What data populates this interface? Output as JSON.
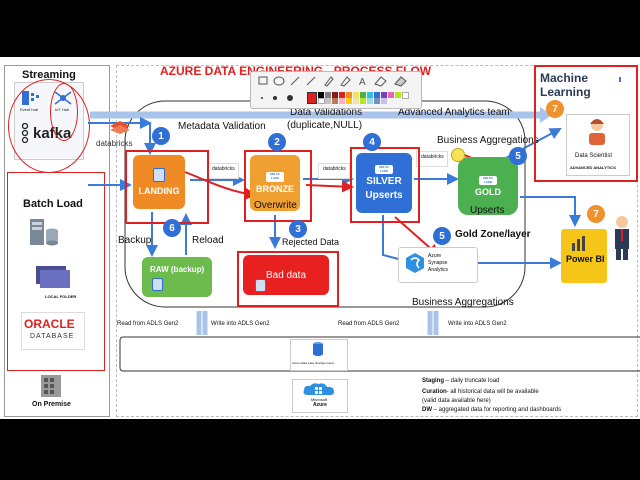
{
  "title": "AZURE DATA ENGINEERING - PROCESS FLOW",
  "left_panel": {
    "streaming": "Streaming",
    "eventhub": "Event hub",
    "iothub": "IoT Hub",
    "kafka": "kafka",
    "batch": "Batch Load",
    "local_folder": "LOCAL FOLDER",
    "oracle": "ORACLE",
    "database": "DATABASE",
    "on_premise": "On Premise"
  },
  "labels": {
    "databricks": "databricks",
    "metadata_validation": "Metadata Validation",
    "data_validations": "Data Validations",
    "data_validations_sub": "(duplicate,NULL)",
    "advanced_team": "Advanced Analytics team",
    "business_agg_top": "Business Aggregations",
    "business_agg_bottom": "Business Aggregations",
    "backup": "Backup",
    "reload": "Reload",
    "rejected_data": "Rejected Data",
    "gold_zone": "Gold Zone/layer",
    "read_left": "Read from ADLS Gen2",
    "write_left": "Write into ADLS Gen2",
    "read_right": "Read from ADLS Gen2",
    "write_right": "Write into ADLS Gen2",
    "adls": "Azure Data Lake Storage Gen2",
    "microsoft": "Microsoft",
    "azure": "Azure",
    "delta_lake": "DELTA LAKE"
  },
  "boxes": {
    "landing": "LANDING",
    "bronze": "BRONZE",
    "bronze_sub": "Overwrite",
    "silver": "SILVER",
    "silver_sub": "Upserts",
    "gold": "GOLD",
    "gold_sub": "Upserts",
    "raw": "RAW (backup)",
    "bad": "Bad data",
    "synapse_1": "Azure",
    "synapse_2": "Synapse",
    "synapse_3": "Analytics",
    "powerbi": "Power BI",
    "ml_1": "Machine",
    "ml_2": "Learning",
    "data_scientist": "Data Scientist",
    "advanced_analytics": "ADVANCED ANALYTICS"
  },
  "steps": {
    "n1": "1",
    "n2": "2",
    "n3": "3",
    "n4": "4",
    "n5a": "5",
    "n5b": "5",
    "n6": "6",
    "n7a": "7",
    "n7b": "7"
  },
  "notes": {
    "staging_key": "Staging",
    "staging_val": " – daily truncate load",
    "curation_key": "Curation",
    "curation_val": "- all historical data will be available",
    "curation_sub": "(valid data available here)",
    "dw_key": "DW",
    "dw_val": " – aggregated data for reporting and dashboards"
  },
  "colors": {
    "landing": "#f08a24",
    "bronze": "#f0a030",
    "silver": "#2f6fd6",
    "gold": "#4caf50",
    "raw": "#6dbb4c",
    "bad": "#e82020",
    "powerbi": "#f5c518",
    "arrow": "#3a7ad8",
    "red": "#e02020",
    "title": "#e02020"
  },
  "toolbar": {
    "icons": [
      "rectangle-tool-icon",
      "ellipse-tool-icon",
      "line-tool-icon",
      "arrow-tool-icon",
      "pen-tool-icon",
      "highlighter-tool-icon",
      "text-tool-icon",
      "eraser-tool-icon",
      "clear-tool-icon"
    ]
  }
}
